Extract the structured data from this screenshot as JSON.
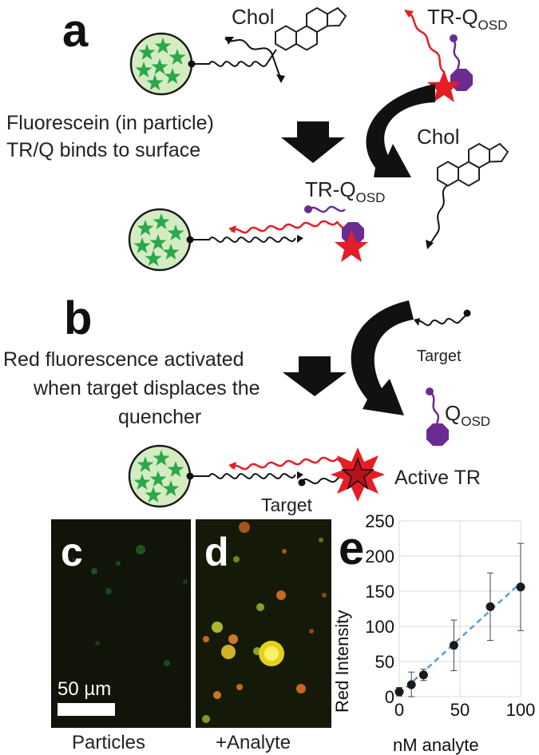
{
  "panel_a": {
    "letter": "a",
    "chol_top": "Chol",
    "tr_q_top_main": "TR-Q",
    "tr_q_top_sub": "OSD",
    "caption_line1": "Fluorescein (in particle)",
    "caption_line2": "TR/Q binds to surface",
    "chol_right": "Chol",
    "tr_q_bottom_main": "TR-Q",
    "tr_q_bottom_sub": "OSD"
  },
  "panel_b": {
    "letter": "b",
    "caption_line1": "Red fluorescence activated",
    "caption_line2": "when target displaces the",
    "caption_line3": "quencher",
    "target_right": "Target",
    "q_main": "Q",
    "q_sub": "OSD",
    "active_tr": "Active TR",
    "target_bottom": "Target"
  },
  "panel_c": {
    "letter": "c",
    "scale_bar": "50 µm",
    "caption": "Particles"
  },
  "panel_d": {
    "letter": "d",
    "caption": "+Analyte"
  },
  "colors": {
    "particle_fill": "#d5ecc3",
    "star_green": "#2aa84a",
    "red": "#e41e26",
    "quencher_purple": "#6a2c91",
    "dark_bg": "#111409",
    "trend_blue": "#5b9bd5"
  },
  "chart_data": {
    "type": "scatter",
    "letter": "e",
    "xlabel": "nM analyte",
    "ylabel": "Red Intensity",
    "xlim": [
      0,
      100
    ],
    "ylim": [
      0,
      250
    ],
    "xticks": [
      0,
      50,
      100
    ],
    "yticks": [
      0,
      50,
      100,
      150,
      200,
      250
    ],
    "grid": true,
    "points": [
      {
        "x": 0,
        "y": 7,
        "err": 6
      },
      {
        "x": 10,
        "y": 17,
        "err": 18
      },
      {
        "x": 20,
        "y": 31,
        "err": 8
      },
      {
        "x": 45,
        "y": 73,
        "err": 36
      },
      {
        "x": 75,
        "y": 128,
        "err": 48
      },
      {
        "x": 100,
        "y": 156,
        "err": 62
      }
    ],
    "trend_line": {
      "x": [
        0,
        100
      ],
      "y": [
        4,
        162
      ],
      "style": "dashed"
    }
  }
}
